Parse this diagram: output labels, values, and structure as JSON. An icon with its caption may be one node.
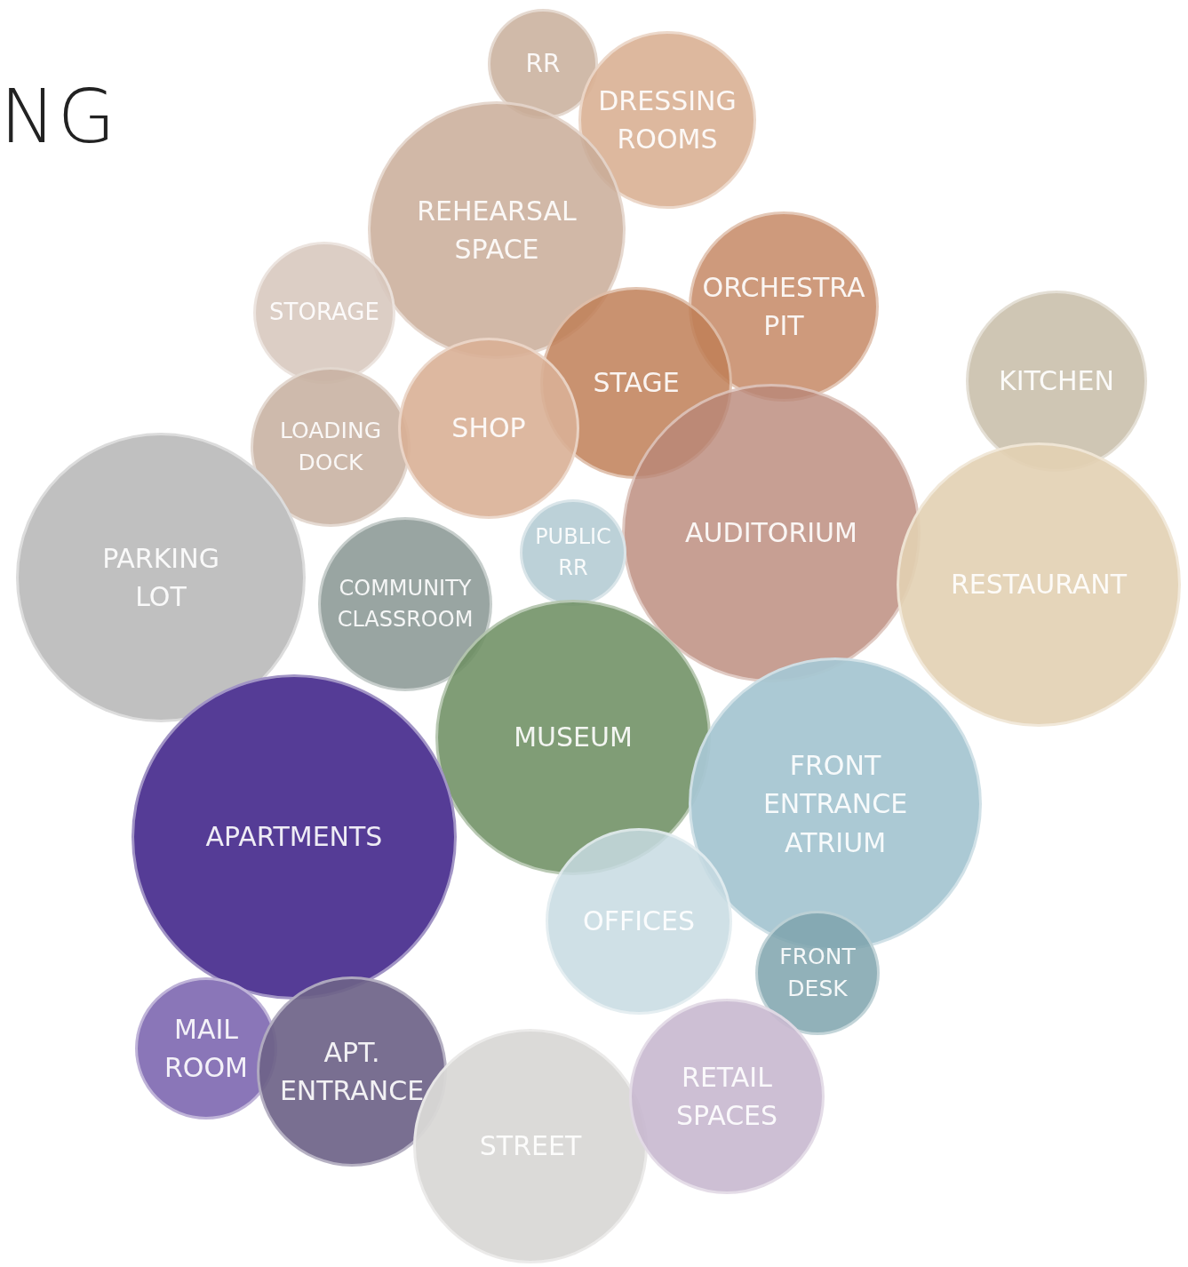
{
  "diagram": {
    "nodes": [
      {
        "text": [
          "RR"
        ]
      },
      {
        "text": [
          "DRESSING ROOMS"
        ]
      },
      {
        "text": [
          "REHEARSAL SPACE"
        ]
      },
      {
        "text": [
          "STORAGE"
        ]
      },
      {
        "text": [
          "ORCHESTRA PIT"
        ]
      },
      {
        "text": [
          "STAGE"
        ]
      },
      {
        "text": [
          "KITCHEN"
        ]
      },
      {
        "text": [
          "LOADING DOCK"
        ]
      },
      {
        "text": [
          "SHOP"
        ]
      },
      {
        "text": [
          "AUDITORIUM"
        ]
      },
      {
        "text": [
          "PARKING LOT"
        ]
      },
      {
        "text": [
          "PUBLIC RR"
        ]
      },
      {
        "text": [
          "COMMUNITY CLASSROOM"
        ]
      },
      {
        "text": [
          "RESTAURANT"
        ]
      },
      {
        "text": [
          "MUSEUM"
        ]
      },
      {
        "text": [
          "FRONT ENTRANCE ATRIUM"
        ]
      },
      {
        "text": [
          "APARTMENTS"
        ]
      },
      {
        "text": [
          "OFFICES"
        ]
      },
      {
        "text": [
          "FRONT DESK"
        ]
      },
      {
        "text": [
          "MAIL ROOM"
        ]
      },
      {
        "text": [
          "APT. ENTRANCE"
        ]
      },
      {
        "text": [
          "STREET"
        ]
      },
      {
        "text": [
          "RETAIL SPACES"
        ]
      }
    ],
    "labels": [
      "NG"
    ]
  }
}
